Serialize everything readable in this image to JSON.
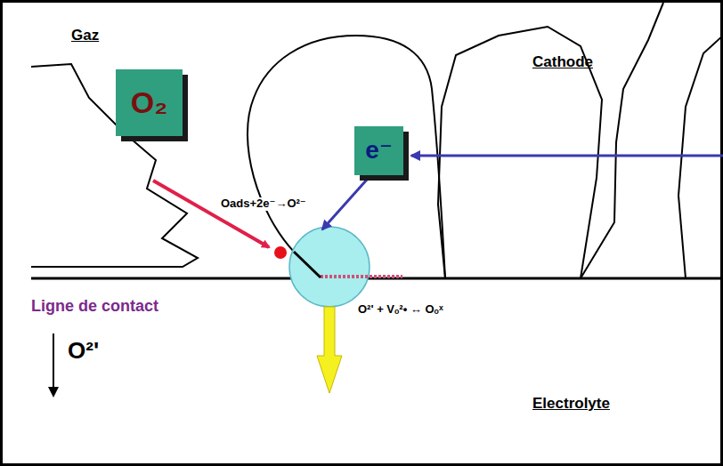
{
  "diagram": {
    "nodes": [
      {
        "text": [
          "O₂"
        ]
      },
      {
        "text": [
          "e⁻"
        ]
      }
    ],
    "labels": [
      "Gaz",
      "Cathode",
      "Oads+2e⁻→O²⁻",
      "O²' + Vₒ²• ↔ Oₒˣ",
      "Ligne de contact",
      "O²'",
      "Electrolyte"
    ]
  }
}
